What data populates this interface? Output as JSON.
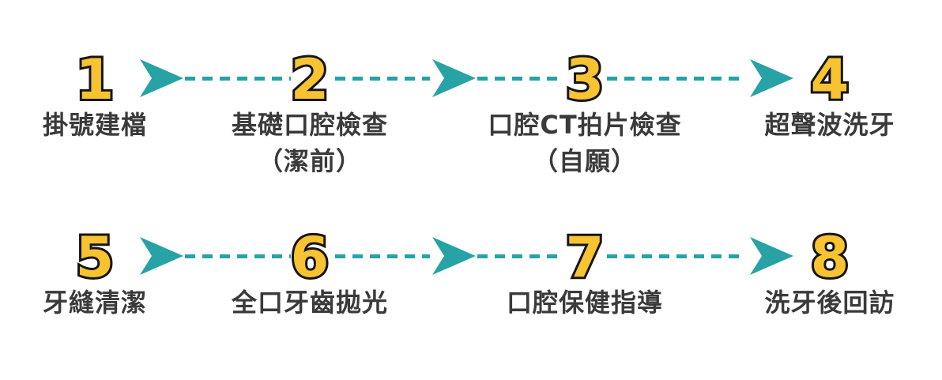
{
  "colors": {
    "accent_teal": "#27A2A5",
    "number_yellow": "#F7C331",
    "number_outline": "#151515",
    "label_gray": "#3A3A3A"
  },
  "rows": [
    {
      "steps": [
        {
          "number": "1",
          "label": "掛號建檔",
          "sublabel": ""
        },
        {
          "number": "2",
          "label": "基礎口腔檢查",
          "sublabel": "（潔前）"
        },
        {
          "number": "3",
          "label": "口腔CT拍片檢查",
          "sublabel": "（自願）"
        },
        {
          "number": "4",
          "label": "超聲波洗牙",
          "sublabel": ""
        }
      ]
    },
    {
      "steps": [
        {
          "number": "5",
          "label": "牙縫清潔",
          "sublabel": ""
        },
        {
          "number": "6",
          "label": "全口牙齒拋光",
          "sublabel": ""
        },
        {
          "number": "7",
          "label": "口腔保健指導",
          "sublabel": ""
        },
        {
          "number": "8",
          "label": "洗牙後回訪",
          "sublabel": ""
        }
      ]
    }
  ]
}
